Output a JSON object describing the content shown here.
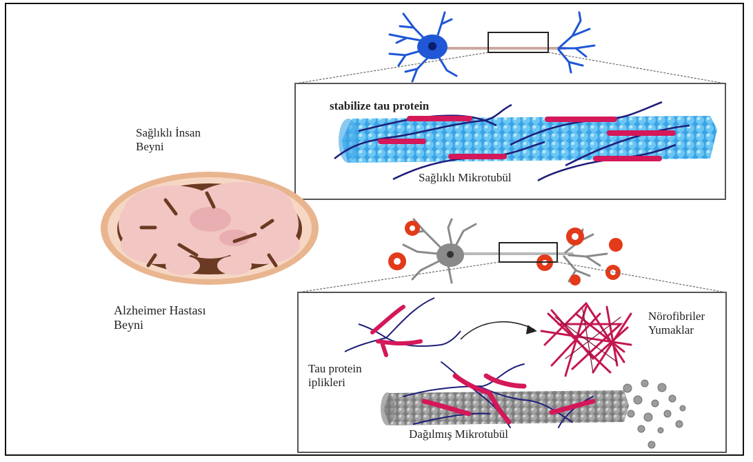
{
  "labels": {
    "healthy_brain": "Sağlıklı İnsan\nBeyni",
    "alzheimer_brain": "Alzheimer Hastası\nBeyni",
    "stabilized_tau": "stabilize tau protein",
    "healthy_microtubule": "Sağlıklı Mikrotubül",
    "tau_threads": "Tau protein\niplikleri",
    "neurofibrillary_tangles": "Nörofibriler\nYumaklar",
    "disintegrated_microtubule": "Dağılmış Mikrotubül"
  },
  "colors": {
    "healthy_neuron": "#1f57d6",
    "diseased_neuron": "#8a8a8a",
    "microtubule_blue": "#4ab3ee",
    "microtubule_gray": "#8c8c8c",
    "tau": "#d4185a",
    "tau_thread": "#1e1e7a",
    "plaque": "#e23a1a",
    "brain_outer": "#e9b58f",
    "brain_tissue": "#f2c7c3",
    "brain_dark": "#6b3a22"
  }
}
